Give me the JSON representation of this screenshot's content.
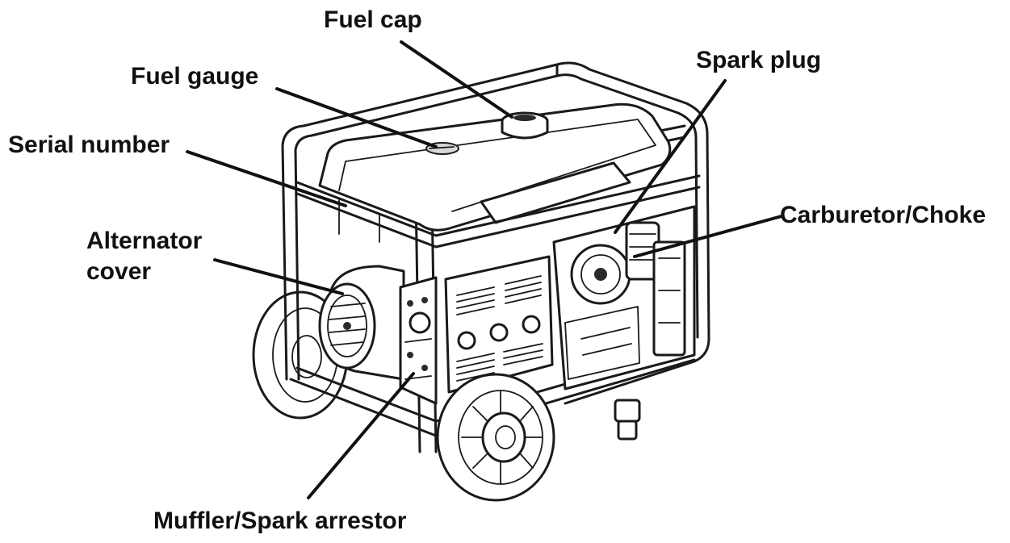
{
  "diagram": {
    "labels": {
      "fuel_cap": "Fuel cap",
      "fuel_gauge": "Fuel gauge",
      "spark_plug": "Spark plug",
      "serial_number": "Serial number",
      "carburetor_choke": "Carburetor/Choke",
      "alternator_cover_line1": "Alternator",
      "alternator_cover_line2": "cover",
      "muffler_spark_arrestor": "Muffler/Spark arrestor"
    }
  }
}
